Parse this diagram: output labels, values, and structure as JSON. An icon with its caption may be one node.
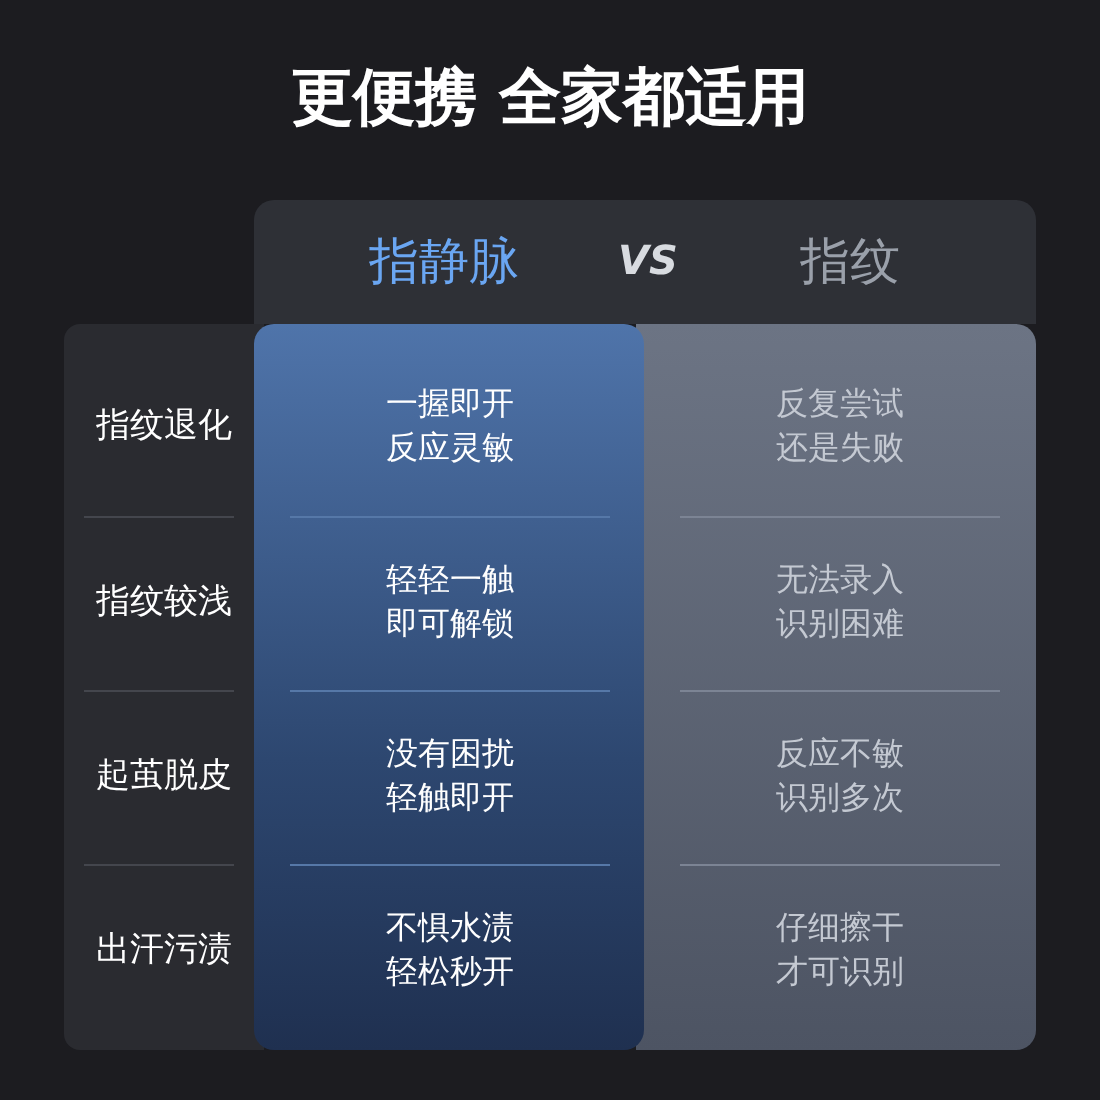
{
  "diagram": {
    "title": "更便携 全家都适用",
    "labels": [
      "指静脉",
      "VS",
      "指纹",
      "指纹退化",
      "一握即开反应灵敏",
      "反复尝试还是失败",
      "指纹较浅",
      "轻轻一触即可解锁",
      "无法录入识别困难",
      "起茧脱皮",
      "没有困扰轻触即开",
      "反应不敏识别多次",
      "出汗污渍",
      "不惧水渍轻松秒开",
      "仔细擦干才可识别"
    ]
  }
}
